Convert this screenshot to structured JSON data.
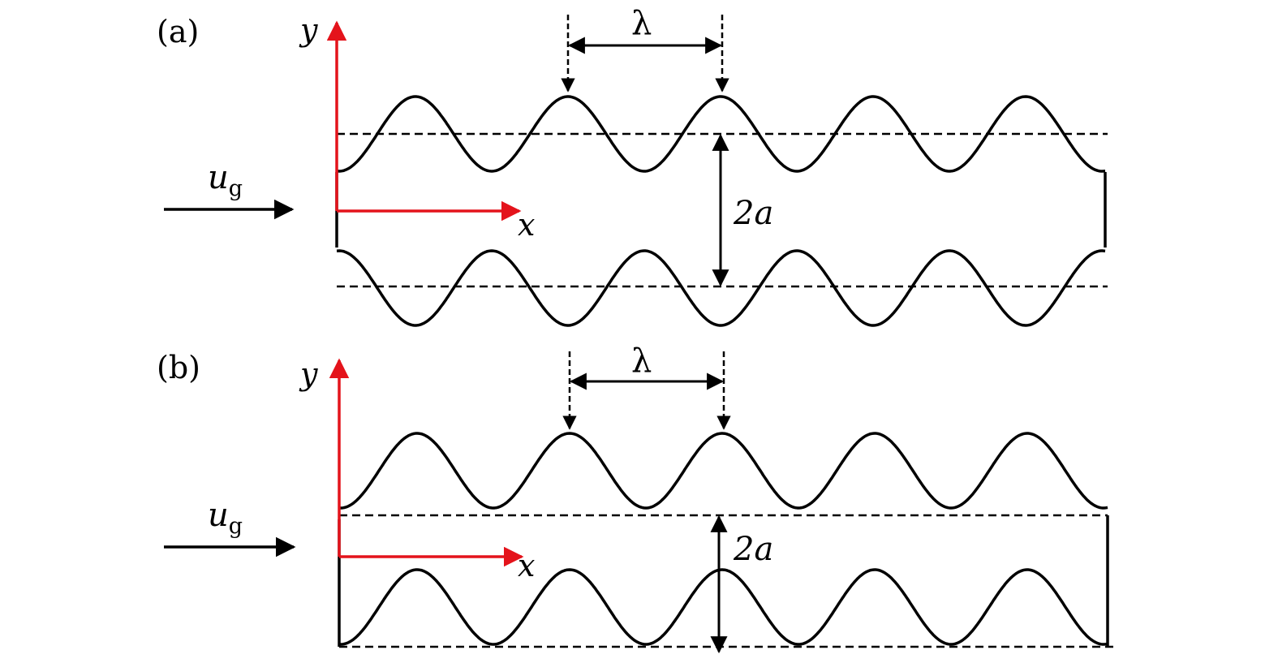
{
  "colors": {
    "axis": "#e4131b",
    "curve": "#000000",
    "dashed": "#000000",
    "background": "#ffffff"
  },
  "panels": [
    {
      "label": "(a)",
      "wave_phase": "antisymmetric",
      "labels": {
        "y_axis": "y",
        "x_axis": "x",
        "wavelength": "λ",
        "gap": "2a",
        "flow_base": "u",
        "flow_sub": "g"
      }
    },
    {
      "label": "(b)",
      "wave_phase": "symmetric",
      "labels": {
        "y_axis": "y",
        "x_axis": "x",
        "wavelength": "λ",
        "gap": "2a",
        "flow_base": "u",
        "flow_sub": "g"
      }
    }
  ]
}
